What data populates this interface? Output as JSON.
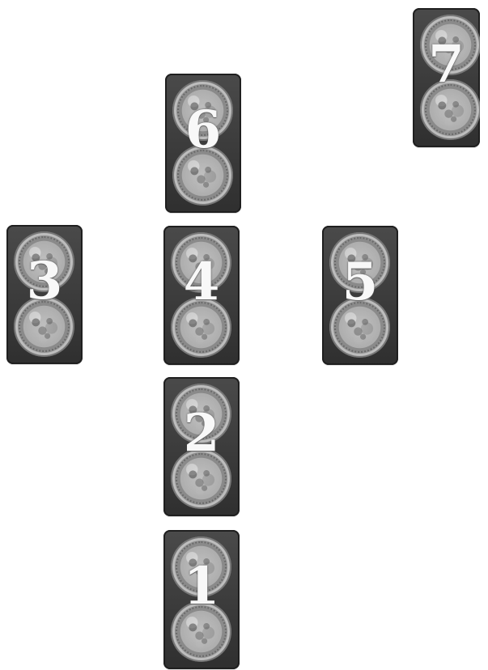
{
  "cards": {
    "c1": {
      "label": "1"
    },
    "c2": {
      "label": "2"
    },
    "c3": {
      "label": "3"
    },
    "c4": {
      "label": "4"
    },
    "c5": {
      "label": "5"
    },
    "c6": {
      "label": "6"
    },
    "c7": {
      "label": "7"
    }
  }
}
